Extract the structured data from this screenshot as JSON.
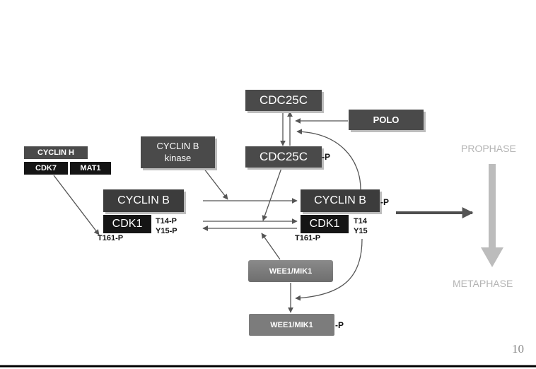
{
  "nodes": {
    "cdc25c_top": "CDC25C",
    "polo": "POLO",
    "cyclin_b_kinase_line1": "CYCLIN B",
    "cyclin_b_kinase_line2": "kinase",
    "cdc25c_mid": "CDC25C",
    "cdc25c_mid_p": "-P",
    "cyclin_h": "CYCLIN H",
    "cdk7": "CDK7",
    "mat1": "MAT1",
    "cyclin_b_left": "CYCLIN  B",
    "cdk1_left": "CDK1",
    "left_t14p": "T14-P",
    "left_y15p": "Y15-P",
    "left_t161p": "T161-P",
    "cyclin_b_right": "CYCLIN  B",
    "cyclin_b_right_p": "-P",
    "cdk1_right": "CDK1",
    "right_t14": "T14",
    "right_y15": "Y15",
    "right_t161p": "T161-P",
    "wee1_top": "WEE1/MIK1",
    "wee1_bottom": "WEE1/MIK1",
    "wee1_bottom_p": "-P"
  },
  "phases": {
    "prophase": "PROPHASE",
    "metaphase": "METAPHASE"
  },
  "page_number": "10",
  "colors": {
    "dark_box": "#4a4a4a",
    "black_box": "#151515",
    "mid_box": "#6a6a6a",
    "wee_box": "#7c7c7c",
    "arrow": "#5a5a5a",
    "phase_arrow": "#bcbcbc"
  }
}
